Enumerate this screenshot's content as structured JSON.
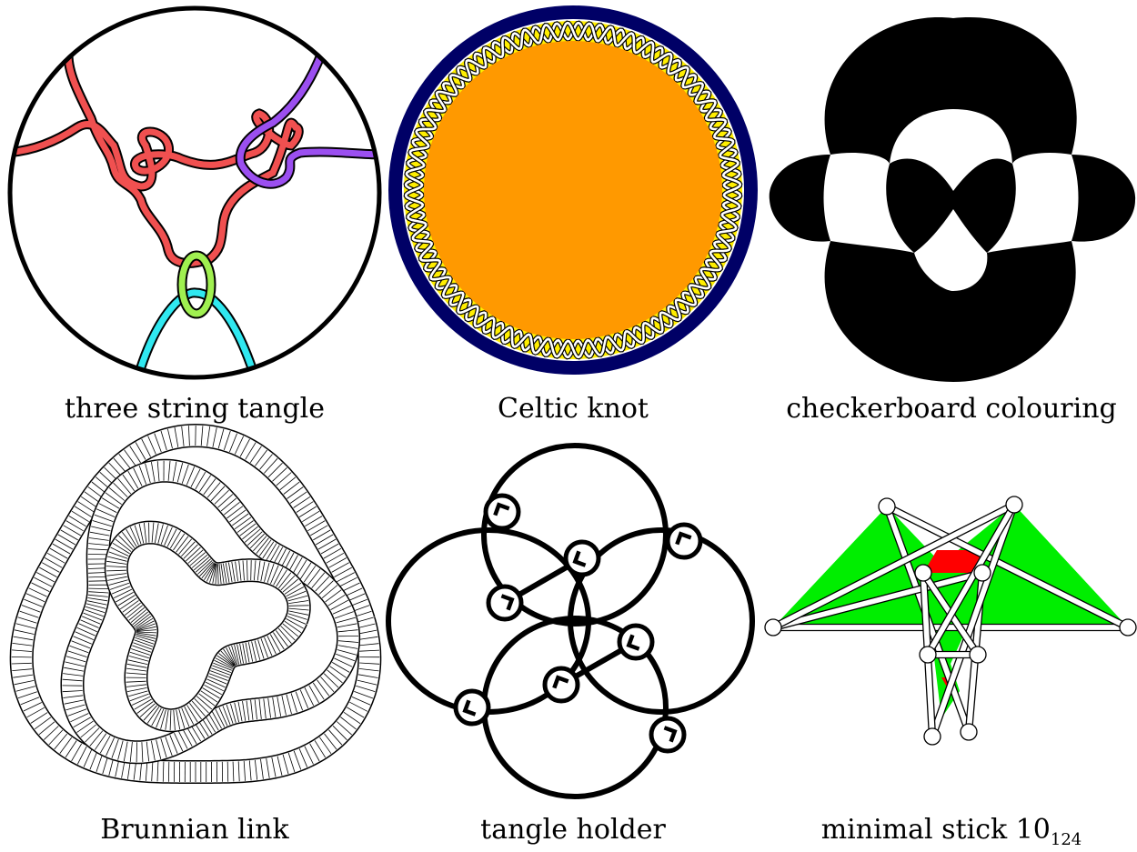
{
  "figure": {
    "panels": [
      {
        "id": "tangle",
        "caption": "three string tangle",
        "colors": {
          "red": "#f05050",
          "purple": "#9b4ff0",
          "green": "#a0f050",
          "cyan": "#30e8f0"
        }
      },
      {
        "id": "celtic",
        "caption": "Celtic knot",
        "colors": {
          "ring": "#000066",
          "fill": "#ff9900",
          "braid": "#ffee00"
        }
      },
      {
        "id": "checker",
        "caption": "checkerboard colouring",
        "colors": {
          "dark": "#000000",
          "light": "#ffffff"
        }
      },
      {
        "id": "brunnian",
        "caption": "Brunnian link"
      },
      {
        "id": "holder",
        "caption": "tangle holder"
      },
      {
        "id": "stick",
        "caption_main": "minimal stick 10",
        "caption_sub": "124",
        "colors": {
          "face": "#00ee00",
          "accent": "#ff0000"
        }
      }
    ]
  }
}
